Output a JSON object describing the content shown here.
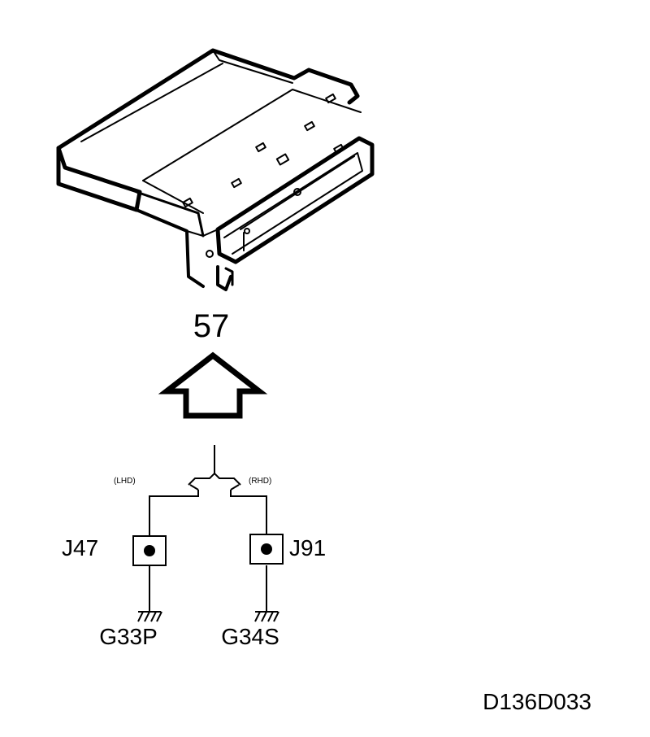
{
  "component": {
    "number": "57"
  },
  "connectors": [
    {
      "id": "J47",
      "variant": "(LHD)",
      "ground": "G33P"
    },
    {
      "id": "J91",
      "variant": "(RHD)",
      "ground": "G34S"
    }
  ],
  "figure_ref": "D136D033"
}
